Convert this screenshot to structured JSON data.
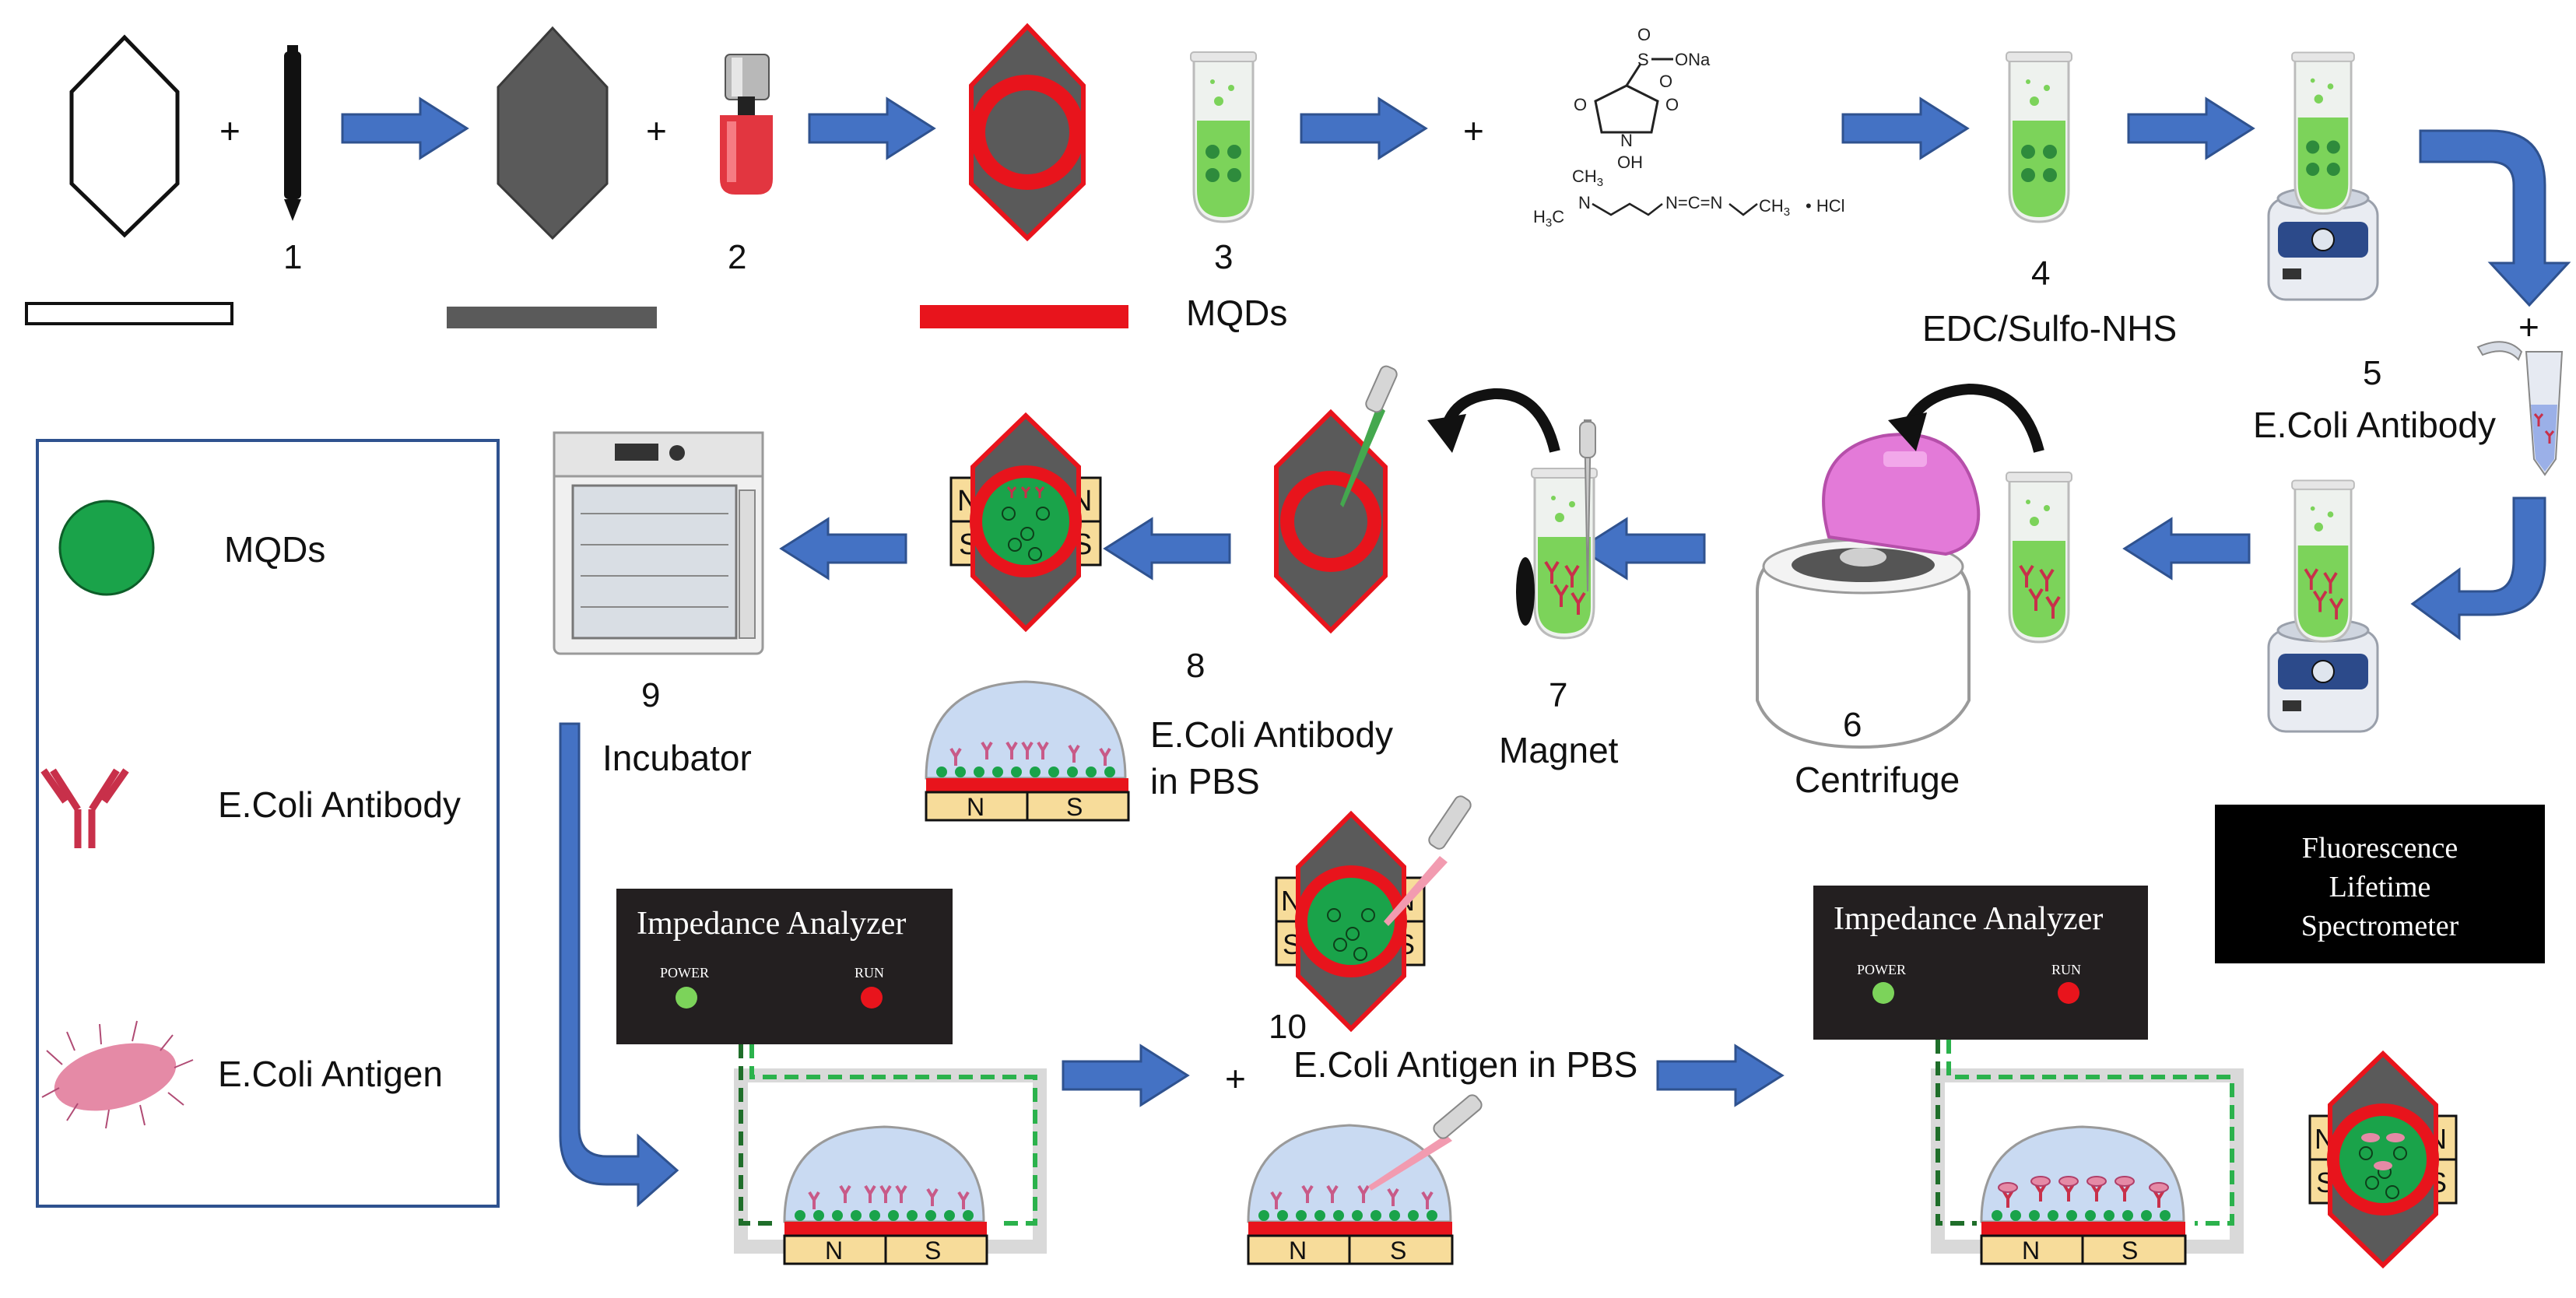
{
  "colors": {
    "arrow_blue": "#4472c4",
    "electrode_gray": "#5a5a5a",
    "ring_red": "#e8141c",
    "mqd_green": "#1aa34a",
    "magnet_tan": "#f7dc9a",
    "analyzer_black": "#231f20",
    "feedback_green": "#2bb24c",
    "flow_darkgreen": "#1f6e2a",
    "dome_blue": "#c9daf2",
    "centrifuge_pink": "#e37ad8"
  },
  "icons": [
    "hexagon-outline-icon",
    "pen-icon",
    "nail-polish-icon",
    "test-tube-icon",
    "vortex-mixer-icon",
    "microtube-icon",
    "centrifuge-icon",
    "pipette-icon",
    "incubator-icon",
    "magnet-icon",
    "bacterium-icon",
    "antibody-icon"
  ],
  "steps": {
    "s1": "1",
    "s2": "2",
    "s3": "3",
    "s3_label": "MQDs",
    "s4": "4",
    "s4_label": "EDC/Sulfo-NHS",
    "s5": "5",
    "s5_label": "E.Coli Antibody",
    "s6": "6",
    "s6_label": "Centrifuge",
    "s7": "7",
    "s7_label": "Magnet",
    "s8": "8",
    "s8_label_line1": "E.Coli Antibody",
    "s8_label_line2": "in PBS",
    "s9": "9",
    "s9_label": "Incubator",
    "s10": "10",
    "s10_label": "E.Coli Antigen in PBS"
  },
  "operators": {
    "plus": "+"
  },
  "chemistry": {
    "sulfo_label": "S",
    "sulfo_o1": "O",
    "sulfo_o2": "O",
    "sulfo_ona": "ONa",
    "nhs_o1": "O",
    "nhs_o2": "O",
    "nhs_n": "N",
    "nhs_oh": "OH",
    "edc_ch3_top": "CH",
    "edc_ch3_top_sub": "3",
    "edc_n": "N",
    "edc_h3c": "H",
    "edc_h3c_sub": "3",
    "edc_c": "C",
    "edc_chain": "N=C=N",
    "edc_ch3_end": "CH",
    "edc_ch3_end_sub": "3",
    "edc_hcl": "• HCl"
  },
  "legend": {
    "mqds": "MQDs",
    "antibody": "E.Coli Antibody",
    "antigen": "E.Coli Antigen"
  },
  "magnet": {
    "north": "N",
    "south": "S"
  },
  "analyzer": {
    "title": "Impedance Analyzer",
    "power": "POWER",
    "run": "RUN"
  },
  "spectrometer": {
    "line1": "Fluorescence",
    "line2": "Lifetime",
    "line3": "Spectrometer"
  }
}
